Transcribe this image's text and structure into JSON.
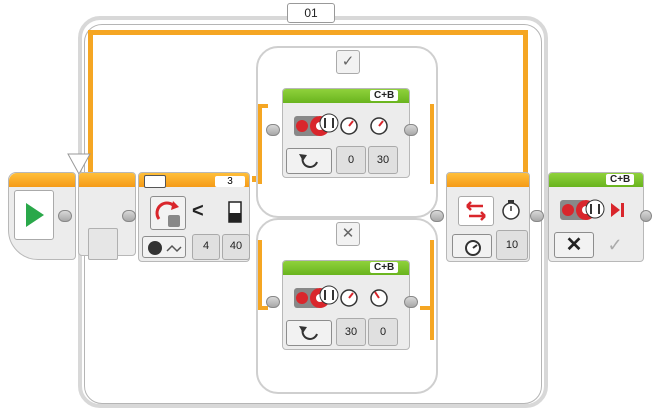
{
  "loop": {
    "label": "01"
  },
  "switch": {
    "case_true_icon": "✓",
    "case_false_icon": "✕",
    "compare_value": "3",
    "operator": "<",
    "threshold_a": "4",
    "threshold_b": "40"
  },
  "motor_true": {
    "ports": "C+B",
    "steering": "0",
    "power": "30"
  },
  "motor_false": {
    "ports": "C+B",
    "steering": "30",
    "power": "0"
  },
  "wait_block": {
    "value": "10"
  },
  "motor_stop": {
    "ports": "C+B",
    "brake_icon": "✕",
    "check_icon": "✓"
  },
  "colors": {
    "wire": "#f5a623",
    "start": "#2aa84a",
    "motor_head": "#7cc52a",
    "loop_head": "#f59a17"
  },
  "icons": [
    "play-icon",
    "rotate-icon",
    "medium-motor-icon",
    "steering-icon",
    "power-gauge-icon",
    "timer-icon",
    "stop-icon",
    "touch-sensor-icon"
  ]
}
